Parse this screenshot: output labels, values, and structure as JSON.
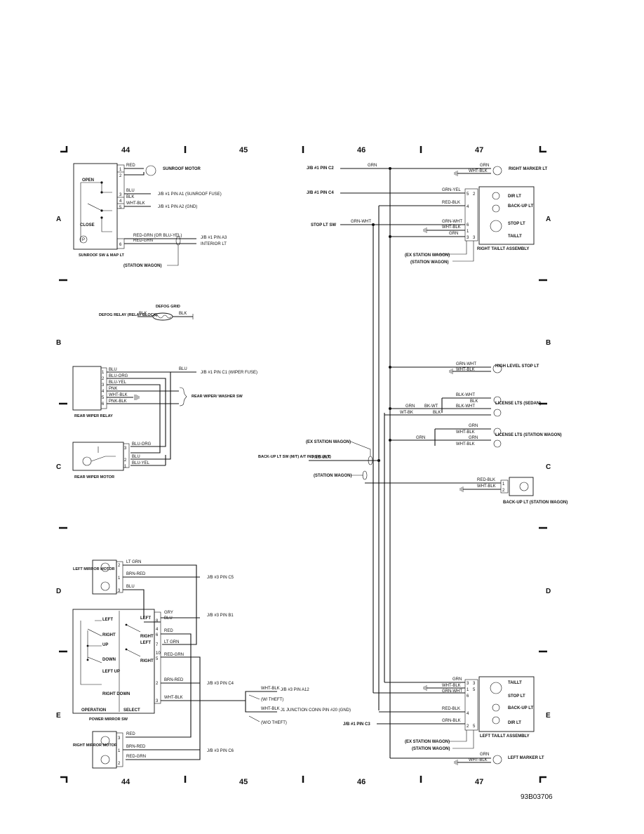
{
  "columns": [
    "44",
    "45",
    "46",
    "47"
  ],
  "rows": [
    "A",
    "B",
    "C",
    "D",
    "E"
  ],
  "doc_id": "93B03706",
  "sunroof": {
    "wires": [
      "RED",
      "BLU",
      "BLK",
      "WHT-BLK",
      "RED-GRN (OR BLU-YEL)",
      "RED-GRN"
    ],
    "pins": [
      "1",
      "2",
      "3",
      "4",
      "5",
      "6"
    ],
    "motor": "SUNROOF MOTOR",
    "open": "OPEN",
    "close": "CLOSE",
    "fuse": "J/B #1 PIN A1 (SUNROOF FUSE)",
    "gnd": "J/B #1 PIN A2 (GND)",
    "pin_a3": "J/B #1 PIN A3",
    "interior": "INTERIOR LT",
    "station": "(STATION WAGON)",
    "box_label": "SUNROOF SW & MAP LT"
  },
  "defog": {
    "relay": "DEFOG RELAY (RELAY BLOCK)",
    "grid": "DEFOG GRID",
    "wire_left": "BLK",
    "wire_right": "BLK"
  },
  "rear_wiper": {
    "relay_label": "REAR WIPER RELAY",
    "wires": [
      "BLU",
      "BLU-ORG",
      "BLU-YEL",
      "PNK",
      "WHT-BLK",
      "PNK-BLK"
    ],
    "pins": [
      "1",
      "2",
      "3",
      "4",
      "5",
      "6"
    ],
    "top_wire": "BLU",
    "fuse": "J/B #1 PIN C1 (WIPER FUSE)",
    "washer": "REAR WIPER/ WASHER SW",
    "motor_label": "REAR WIPER MOTOR",
    "motor_wires": [
      "BLU-ORG",
      "BLU",
      "BLU-YEL"
    ],
    "motor_pins": [
      "3",
      "2",
      "1",
      "1"
    ]
  },
  "mirror": {
    "left_motor": "LEFT MIRROR MOTOR",
    "right_motor": "RIGHT MIRROR MOTOR",
    "left_wires": [
      "LT GRN",
      "BRN-RED",
      "BLU"
    ],
    "left_pins": [
      "2",
      "1",
      "3"
    ],
    "c5": "J/B #3 PIN C5",
    "b1": "J/B #3 PIN B1",
    "c4": "J/B #3 PIN C4",
    "a12": "J/B #3 PIN A12",
    "c6": "J/B #3 PIN C6",
    "sw_wires": [
      "GRY",
      "BLU",
      "RED",
      "LT GRN",
      "RED-GRN",
      "BRN-RED",
      "WHT-BLK"
    ],
    "sw_pins": [
      "8",
      "4",
      "6",
      "7",
      "10",
      "5",
      "2",
      "3"
    ],
    "ops": [
      "LEFT",
      "RIGHT",
      "UP",
      "DOWN",
      "LEFT UP",
      "RIGHT DOWN"
    ],
    "sel": [
      "LEFT",
      "RIGHT",
      "LEFT",
      "RIGHT"
    ],
    "operation": "OPERATION",
    "select": "SELECT",
    "sw_label": "POWER MIRROR SW",
    "theft_wire": "WHT-BLK",
    "w_theft": "(W/ THEFT)",
    "wo_theft": "(W/O THEFT)",
    "j1": "J1 JUNCTION CONN PIN #20 (GND)",
    "right_wires": [
      "RED",
      "BRN-RED",
      "RED-GRN"
    ],
    "right_pins": [
      "3",
      "1",
      "2"
    ]
  },
  "rear": {
    "grn": "GRN",
    "pin_c2": "J/B #1 PIN C2",
    "pin_c4": "J/B #1 PIN C4",
    "pin_c3": "J/B #1 PIN C3",
    "stop_sw": "STOP LT SW",
    "right_marker": "RIGHT MARKER LT",
    "left_marker": "LEFT MARKER LT",
    "marker_wires": [
      "GRN",
      "WHT-BLK"
    ],
    "rt_wires": [
      "GRN-YEL",
      "RED-BLK",
      "GRN-WHT",
      "WHT-BLK",
      "GRN"
    ],
    "rt_pins": [
      "5",
      "2",
      "1",
      "4",
      "6",
      "1",
      "5",
      "3",
      "3"
    ],
    "rt_lamps": [
      "DIR LT",
      "BACK-UP LT",
      "STOP LT",
      "TAILLT"
    ],
    "rt_assy": "RIGHT TAILLT ASSEMBLY",
    "ex_wagon": "(EX STATION WAGON)",
    "wagon": "(STATION WAGON)",
    "grn_wht": "GRN-WHT",
    "high_level": "HIGH LEVEL STOP LT",
    "hl_wires": [
      "GRN-WHT",
      "WHT-BLK"
    ],
    "lic_sedan": "LICENSE LTS (SEDAN)",
    "lic_wagon": "LICENSE LTS (STATION WAGON)",
    "lic_wires": [
      "BLK-WHT",
      "BLK",
      "GRN",
      "BK-WT",
      "BLK-WHT",
      "WT-BK",
      "BLK"
    ],
    "lic_w_wires": [
      "GRN",
      "WHT-BLK",
      "GRN",
      "GRN",
      "WHT-BLK"
    ],
    "backup_sw": "BACK-UP LT SW (M/T) A/T IND SW (A/T)",
    "red_blk": "RED-BLK",
    "bu_wagon": "BACK-UP LT (STATION WAGON)",
    "bu_wires": [
      "RED-BLK",
      "WHT-BLK"
    ],
    "bu_pins": [
      "1",
      "2"
    ],
    "lt_wires": [
      "GRN",
      "WHT-BLK",
      "GRN-WHT",
      "RED-BLK",
      "GRN-BLK"
    ],
    "lt_pins": [
      "3",
      "3",
      "1",
      "5",
      "6",
      "4",
      "2",
      "5"
    ],
    "lt_lamps": [
      "TAILLT",
      "STOP LT",
      "BACK-UP LT",
      "DIR LT"
    ],
    "lt_assy": "LEFT TAILLT ASSEMBLY"
  }
}
